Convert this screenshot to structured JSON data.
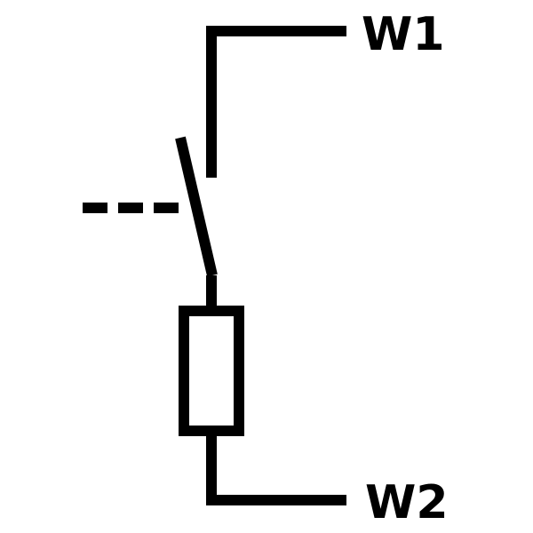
{
  "diagram": {
    "terminals": {
      "top_label": "W1",
      "bottom_label": "W2"
    },
    "components": [
      "switch-contact",
      "resistor",
      "mechanical-actuator-link"
    ],
    "colors": {
      "stroke": "#000000",
      "background": "#ffffff"
    }
  }
}
